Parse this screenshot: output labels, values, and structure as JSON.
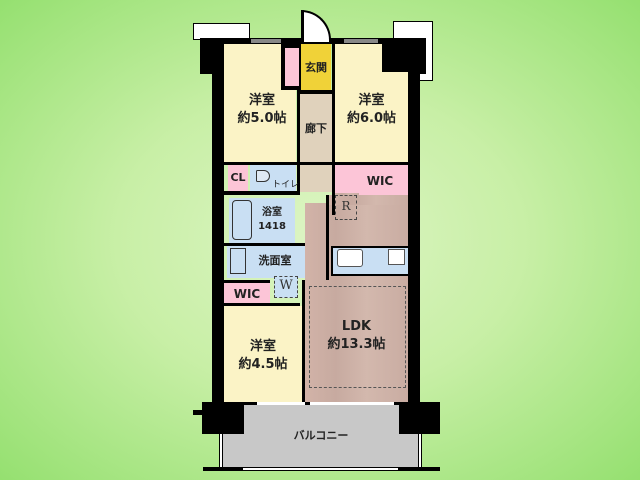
{
  "floorplan": {
    "rooms": {
      "western_room_1": {
        "name": "洋室",
        "size": "約5.0帖"
      },
      "western_room_2": {
        "name": "洋室",
        "size": "約6.0帖"
      },
      "western_room_3": {
        "name": "洋室",
        "size": "約4.5帖"
      },
      "entrance": {
        "name": "玄関"
      },
      "hallway": {
        "name": "廊下"
      },
      "closet": {
        "name": "CL"
      },
      "toilet": {
        "name": "トイレ"
      },
      "wic_top": {
        "name": "WIC"
      },
      "wic_bottom": {
        "name": "WIC"
      },
      "bathroom": {
        "name": "浴室",
        "spec": "1418"
      },
      "washroom": {
        "name": "洗面室"
      },
      "washer": {
        "name": "W"
      },
      "refrigerator": {
        "name": "R"
      },
      "ldk": {
        "name": "LDK",
        "size": "約13.3帖"
      },
      "balcony": {
        "name": "バルコニー"
      }
    },
    "colors": {
      "western_room": "#fbf3c6",
      "wic_cl": "#fcc5d7",
      "wet_area": "#c9dff3",
      "ldk": "#cfb2a7",
      "hallway": "#e0d2bc",
      "entrance": "#f0d238",
      "balcony": "#c8c8c8"
    }
  }
}
